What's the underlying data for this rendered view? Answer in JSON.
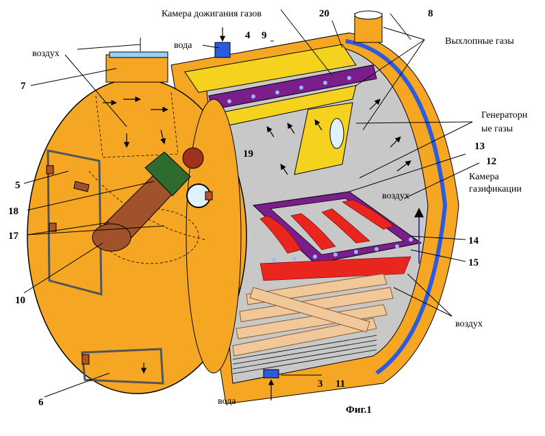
{
  "labels": {
    "afterburn_chamber": "Камера дожигания газов",
    "water_top": "вода",
    "air_top_left": "воздух",
    "exhaust_gases": "Выхлопные газы",
    "generator_gases_1": "Генераторн",
    "generator_gases_2": "ые газы",
    "gasification_chamber_1": "Камера",
    "gasification_chamber_2": "газификации",
    "air_middle": "воздух",
    "air_bottom_right": "воздух",
    "water_bottom": "вода",
    "figure_caption": "Фиг.1"
  },
  "numbers": {
    "n20": "20",
    "n8": "8",
    "n4": "4",
    "n9": "9",
    "n7": "7",
    "n5": "5",
    "n18": "18",
    "n17": "17",
    "n10": "10",
    "n6": "6",
    "n19": "19",
    "n13": "13",
    "n12": "12",
    "n14": "14",
    "n15": "15",
    "n3": "3",
    "n11": "11"
  },
  "colors": {
    "shell_orange": "#f5a623",
    "inner_gray": "#c8c8c8",
    "pipe_purple": "#7a1e8c",
    "flame_red": "#e8261e",
    "water_blue": "#2d5be0",
    "yellow": "#f4d21e",
    "wood": "#f0c89a"
  }
}
